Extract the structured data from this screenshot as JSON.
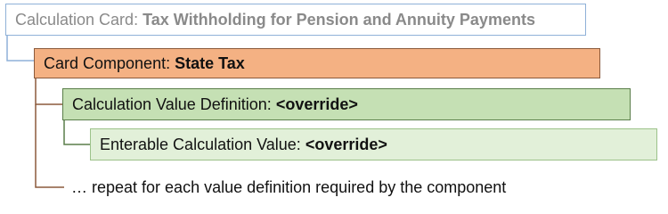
{
  "card": {
    "prefix": "Calculation Card: ",
    "name": "Tax Withholding for Pension and Annuity Payments"
  },
  "component": {
    "prefix": "Card Component: ",
    "name": "State Tax"
  },
  "value_definition": {
    "prefix": "Calculation Value Definition: ",
    "name": "<override>"
  },
  "enterable_value": {
    "prefix": "Enterable Calculation Value: ",
    "name": "<override>"
  },
  "repeat_note": "… repeat for each value definition required by the component",
  "colors": {
    "card_border": "#8fb1d8",
    "component_fill": "#f4b183",
    "value_definition_fill": "#c5e0b4",
    "enterable_value_fill": "#e2f0d9",
    "connector_blue": "#8fb1d8",
    "connector_brown": "#8b5a3c",
    "connector_green": "#5a7e4a"
  }
}
